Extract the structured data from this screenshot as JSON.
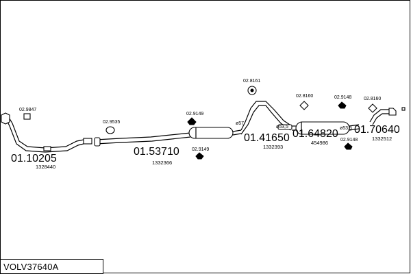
{
  "diagram": {
    "assembly_code": "VOLV37640A",
    "parts": [
      {
        "number": "01.10205",
        "oe": "1328440"
      },
      {
        "number": "01.53710",
        "oe": "1332366"
      },
      {
        "number": "01.41650",
        "oe": "1332393"
      },
      {
        "number": "01.64820",
        "oe": "454986"
      },
      {
        "number": "01.70640",
        "oe": "1332512"
      }
    ],
    "fittings": [
      "02.9847",
      "02.9535",
      "02.9149",
      "02.9149",
      "02.8161",
      "02.8160",
      "02.9148",
      "02.9148",
      "02.8160"
    ],
    "dimensions": [
      "ø57",
      "ø53,5",
      "ø53,5"
    ]
  }
}
